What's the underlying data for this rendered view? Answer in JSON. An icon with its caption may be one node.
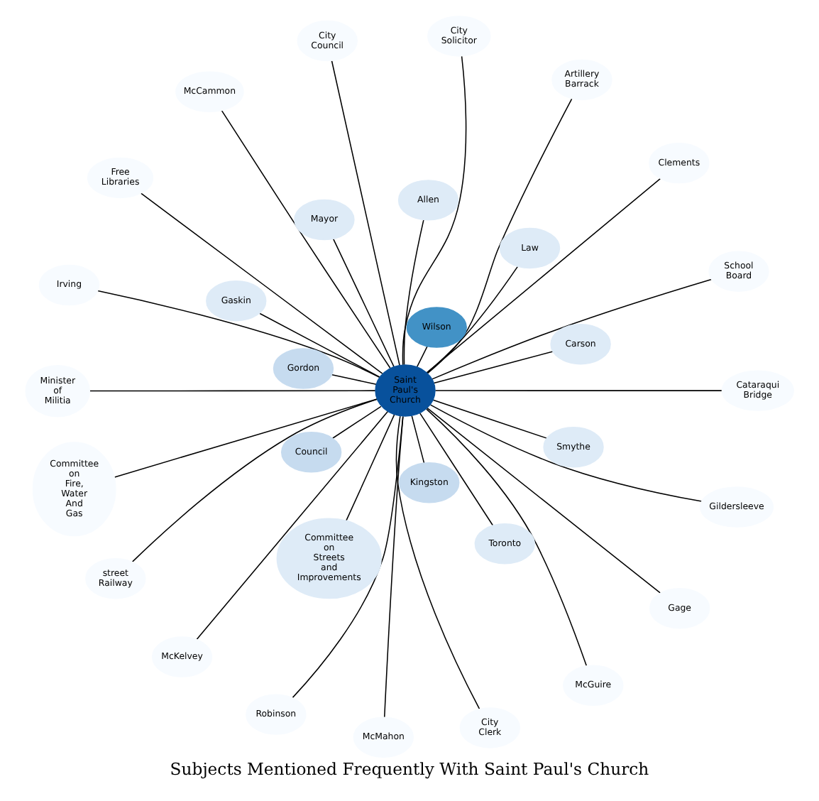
{
  "diagram": {
    "title": "Subjects Mentioned Frequently With Saint Paul's Church",
    "nodes": [
      {
        "text": [
          "Saint Paul's Church"
        ]
      },
      {
        "text": [
          "McMahon"
        ]
      },
      {
        "text": [
          "McGuire"
        ]
      },
      {
        "text": [
          "McKelvey"
        ]
      },
      {
        "text": [
          "School Board"
        ]
      },
      {
        "text": [
          "Robinson"
        ]
      },
      {
        "text": [
          "Carson"
        ]
      },
      {
        "text": [
          "Gaskin"
        ]
      },
      {
        "text": [
          "Irving"
        ]
      },
      {
        "text": [
          "Toronto"
        ]
      },
      {
        "text": [
          "Gage"
        ]
      },
      {
        "text": [
          "Law"
        ]
      },
      {
        "text": [
          "Kingston"
        ]
      },
      {
        "text": [
          "Cataraqui Bridge"
        ]
      },
      {
        "text": [
          "City Clerk"
        ]
      },
      {
        "text": [
          "Wilson"
        ]
      },
      {
        "text": [
          "Mayor"
        ]
      },
      {
        "text": [
          "Free Libraries"
        ]
      },
      {
        "text": [
          "Allen"
        ]
      },
      {
        "text": [
          "Council"
        ]
      },
      {
        "text": [
          "McCammon"
        ]
      },
      {
        "text": [
          "Gordon"
        ]
      },
      {
        "text": [
          "street Railway"
        ]
      },
      {
        "text": [
          "City Council"
        ]
      },
      {
        "text": [
          "Smythe"
        ]
      },
      {
        "text": [
          "City Solicitor"
        ]
      },
      {
        "text": [
          "Committee on Streets and Improvements"
        ]
      },
      {
        "text": [
          "Committee on Fire, Water And Gas"
        ]
      },
      {
        "text": [
          "Clements"
        ]
      },
      {
        "text": [
          "Gildersleeve"
        ]
      },
      {
        "text": [
          "Artillery Barrack"
        ]
      },
      {
        "text": [
          "Minister of Militia"
        ]
      }
    ],
    "edges": [
      {
        "from": 0,
        "to": 1,
        "arrow": "none"
      },
      {
        "from": 0,
        "to": 2,
        "arrow": "none"
      },
      {
        "from": 0,
        "to": 3,
        "arrow": "none"
      },
      {
        "from": 0,
        "to": 4,
        "arrow": "none"
      },
      {
        "from": 0,
        "to": 5,
        "arrow": "none"
      },
      {
        "from": 0,
        "to": 6,
        "arrow": "none"
      },
      {
        "from": 0,
        "to": 7,
        "arrow": "none"
      },
      {
        "from": 0,
        "to": 8,
        "arrow": "none"
      },
      {
        "from": 0,
        "to": 9,
        "arrow": "none"
      },
      {
        "from": 0,
        "to": 10,
        "arrow": "none"
      },
      {
        "from": 0,
        "to": 11,
        "arrow": "none"
      },
      {
        "from": 0,
        "to": 12,
        "arrow": "none"
      },
      {
        "from": 0,
        "to": 13,
        "arrow": "none"
      },
      {
        "from": 0,
        "to": 14,
        "arrow": "none"
      },
      {
        "from": 0,
        "to": 15,
        "arrow": "none"
      },
      {
        "from": 0,
        "to": 16,
        "arrow": "none"
      },
      {
        "from": 0,
        "to": 17,
        "arrow": "none"
      },
      {
        "from": 0,
        "to": 18,
        "arrow": "none"
      },
      {
        "from": 0,
        "to": 19,
        "arrow": "none"
      },
      {
        "from": 0,
        "to": 20,
        "arrow": "none"
      },
      {
        "from": 0,
        "to": 21,
        "arrow": "none"
      },
      {
        "from": 0,
        "to": 22,
        "arrow": "none"
      },
      {
        "from": 0,
        "to": 23,
        "arrow": "none"
      },
      {
        "from": 0,
        "to": 24,
        "arrow": "none"
      },
      {
        "from": 0,
        "to": 25,
        "arrow": "none"
      },
      {
        "from": 0,
        "to": 26,
        "arrow": "none"
      },
      {
        "from": 0,
        "to": 27,
        "arrow": "none"
      },
      {
        "from": 0,
        "to": 28,
        "arrow": "none"
      },
      {
        "from": 0,
        "to": 29,
        "arrow": "none"
      },
      {
        "from": 0,
        "to": 30,
        "arrow": "none"
      },
      {
        "from": 0,
        "to": 31,
        "arrow": "none"
      }
    ]
  }
}
